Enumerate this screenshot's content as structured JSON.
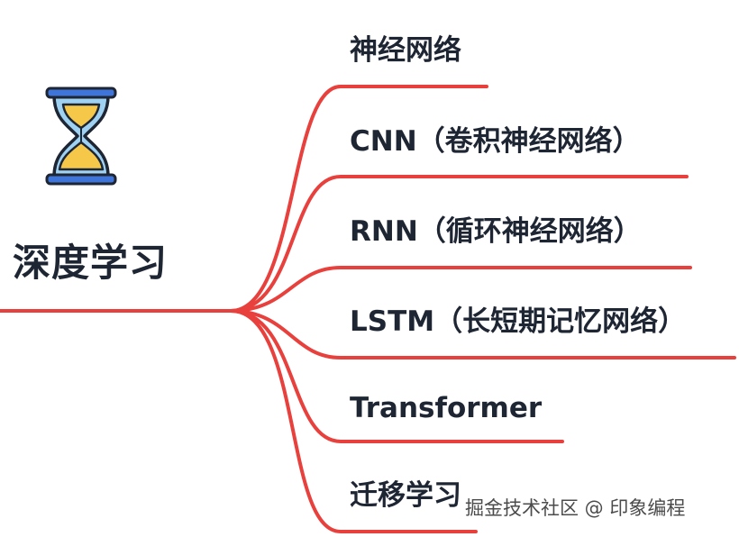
{
  "root": {
    "label": "深度学习",
    "icon": "hourglass-icon"
  },
  "branches": [
    {
      "label": "神经网络"
    },
    {
      "label": "CNN（卷积神经网络）"
    },
    {
      "label": "RNN（循环神经网络）"
    },
    {
      "label": "LSTM（长短期记忆网络）"
    },
    {
      "label": "Transformer"
    },
    {
      "label": "迁移学习"
    }
  ],
  "watermark": "掘金技术社区 @ 印象编程",
  "colors": {
    "line": "#e8403c",
    "text": "#1e2533",
    "hourglass_frame": "#3f74d9",
    "hourglass_glass": "#9fd2f2",
    "hourglass_sand": "#f6c84a",
    "outline": "#1e2533"
  }
}
